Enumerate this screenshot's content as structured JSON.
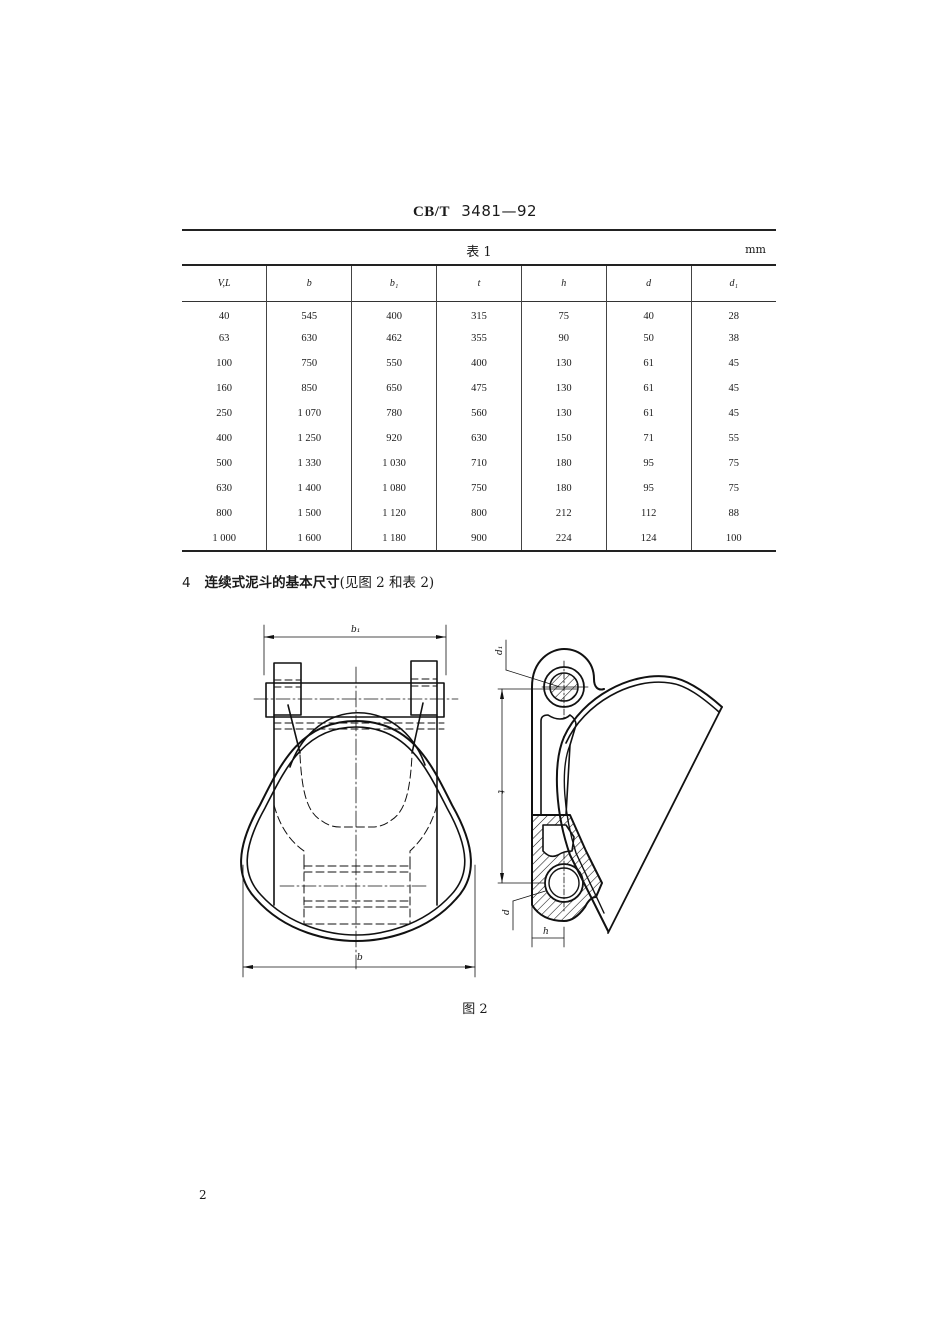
{
  "header": {
    "standard_code": "CB/T",
    "standard_number": "3481—92"
  },
  "table1": {
    "caption": "表 1",
    "unit": "mm",
    "columns": [
      "V,L",
      "b",
      "b₁",
      "t",
      "h",
      "d",
      "d₁"
    ],
    "rows": [
      [
        "40",
        "545",
        "400",
        "315",
        "75",
        "40",
        "28"
      ],
      [
        "63",
        "630",
        "462",
        "355",
        "90",
        "50",
        "38"
      ],
      [
        "100",
        "750",
        "550",
        "400",
        "130",
        "61",
        "45"
      ],
      [
        "160",
        "850",
        "650",
        "475",
        "130",
        "61",
        "45"
      ],
      [
        "250",
        "1 070",
        "780",
        "560",
        "130",
        "61",
        "45"
      ],
      [
        "400",
        "1 250",
        "920",
        "630",
        "150",
        "71",
        "55"
      ],
      [
        "500",
        "1 330",
        "1 030",
        "710",
        "180",
        "95",
        "75"
      ],
      [
        "630",
        "1 400",
        "1 080",
        "750",
        "180",
        "95",
        "75"
      ],
      [
        "800",
        "1 500",
        "1 120",
        "800",
        "212",
        "112",
        "88"
      ],
      [
        "1 000",
        "1 600",
        "1 180",
        "900",
        "224",
        "124",
        "100"
      ]
    ]
  },
  "section4": {
    "number": "4",
    "title": "连续式泥斗的基本尺寸",
    "reference": "(见图 2 和表 2)"
  },
  "figure2": {
    "caption": "图 2",
    "dimension_labels": {
      "b1": "b₁",
      "b": "b",
      "d1": "d₁",
      "t": "t",
      "d": "d",
      "h": "h"
    }
  },
  "page_number": "2"
}
